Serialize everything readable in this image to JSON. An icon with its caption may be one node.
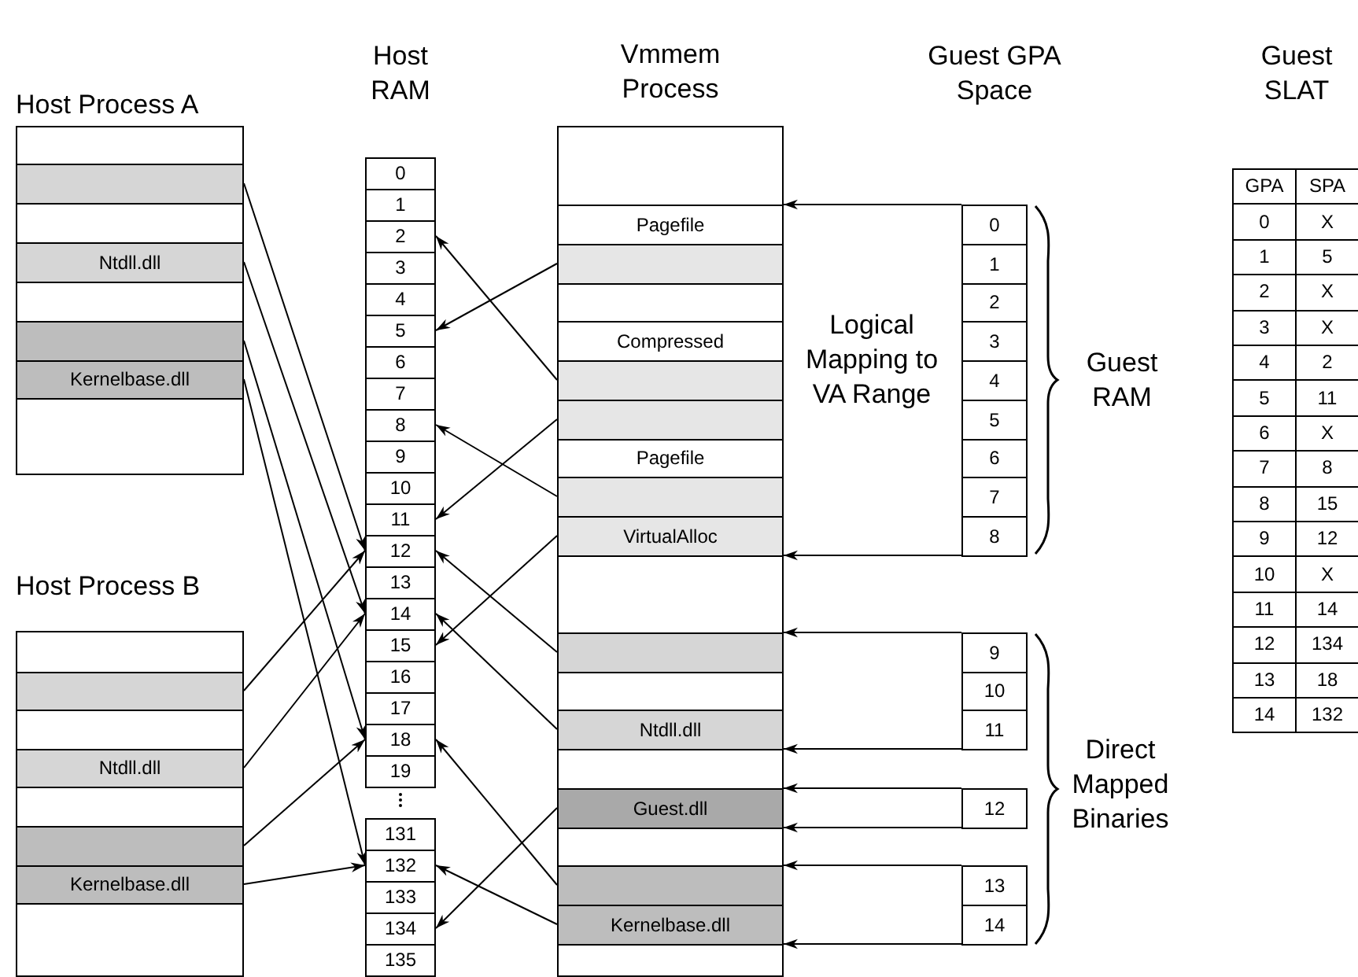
{
  "diagram": {
    "nodes": [
      {
        "text": [
          "Host Process A"
        ]
      },
      {
        "text": [],
        "shape": "box",
        "in": 0
      },
      {
        "text": [
          "Ntdll.dll"
        ],
        "in": 0
      },
      {
        "text": [],
        "shape": "box",
        "in": 0
      },
      {
        "text": [
          "Kernelbase.dll"
        ],
        "in": 0
      },
      {
        "text": [
          "Host Process B"
        ]
      },
      {
        "text": [],
        "shape": "box",
        "in": 5
      },
      {
        "text": [
          "Ntdll.dll"
        ],
        "in": 5
      },
      {
        "text": [],
        "shape": "box",
        "in": 5
      },
      {
        "text": [
          "Kernelbase.dll"
        ],
        "in": 5
      },
      {
        "text": [
          "0"
        ]
      },
      {
        "text": [
          "1"
        ]
      },
      {
        "text": [
          "2"
        ]
      },
      {
        "text": [
          "3"
        ]
      },
      {
        "text": [
          "4"
        ]
      },
      {
        "text": [
          "5"
        ]
      },
      {
        "text": [
          "6"
        ]
      },
      {
        "text": [
          "7"
        ]
      },
      {
        "text": [
          "8"
        ]
      },
      {
        "text": [
          "9"
        ]
      },
      {
        "text": [
          "10"
        ]
      },
      {
        "text": [
          "11"
        ]
      },
      {
        "text": [
          "12"
        ]
      },
      {
        "text": [
          "13"
        ]
      },
      {
        "text": [
          "14"
        ]
      },
      {
        "text": [
          "15"
        ]
      },
      {
        "text": [
          "16"
        ]
      },
      {
        "text": [
          "17"
        ]
      },
      {
        "text": [
          "18"
        ]
      },
      {
        "text": [
          "19"
        ]
      },
      {
        "text": [
          "131"
        ]
      },
      {
        "text": [
          "132"
        ]
      },
      {
        "text": [
          "133"
        ]
      },
      {
        "text": [
          "134"
        ]
      },
      {
        "text": [
          "135"
        ]
      },
      {
        "text": [
          "Vmmem Process"
        ]
      },
      {
        "text": [
          "Pagefile"
        ],
        "in": 35
      },
      {
        "text": [],
        "shape": "box",
        "in": 35
      },
      {
        "text": [
          "Compressed"
        ],
        "in": 35
      },
      {
        "text": [],
        "shape": "box",
        "in": 35
      },
      {
        "text": [],
        "shape": "box",
        "in": 35
      },
      {
        "text": [
          "Pagefile"
        ],
        "in": 35
      },
      {
        "text": [],
        "shape": "box",
        "in": 35
      },
      {
        "text": [
          "VirtualAlloc"
        ],
        "in": 35
      },
      {
        "text": [],
        "shape": "box",
        "in": 35
      },
      {
        "text": [
          "Ntdll.dll"
        ],
        "in": 35
      },
      {
        "text": [
          "Guest.dll"
        ],
        "in": 35
      },
      {
        "text": [],
        "shape": "box",
        "in": 35
      },
      {
        "text": [
          "Kernelbase.dll"
        ],
        "in": 35
      },
      {
        "text": [
          "0"
        ]
      },
      {
        "text": [
          "1"
        ]
      },
      {
        "text": [
          "2"
        ]
      },
      {
        "text": [
          "3"
        ]
      },
      {
        "text": [
          "4"
        ]
      },
      {
        "text": [
          "5"
        ]
      },
      {
        "text": [
          "6"
        ]
      },
      {
        "text": [
          "7"
        ]
      },
      {
        "text": [
          "8"
        ]
      },
      {
        "text": [
          "9"
        ]
      },
      {
        "text": [
          "10"
        ]
      },
      {
        "text": [
          "11"
        ]
      },
      {
        "text": [
          "12"
        ]
      },
      {
        "text": [
          "13"
        ]
      },
      {
        "text": [
          "14"
        ]
      }
    ],
    "edges": [
      {
        "from": 1,
        "to": 22,
        "arrow": "to"
      },
      {
        "from": 2,
        "to": 24,
        "arrow": "to"
      },
      {
        "from": 3,
        "to": 28,
        "arrow": "to"
      },
      {
        "from": 4,
        "to": 31,
        "arrow": "to"
      },
      {
        "from": 6,
        "to": 22,
        "arrow": "to"
      },
      {
        "from": 7,
        "to": 24,
        "arrow": "to"
      },
      {
        "from": 8,
        "to": 28,
        "arrow": "to"
      },
      {
        "from": 9,
        "to": 31,
        "arrow": "to"
      },
      {
        "from": 37,
        "to": 15,
        "arrow": "to"
      },
      {
        "from": 39,
        "to": 12,
        "arrow": "to"
      },
      {
        "from": 40,
        "to": 21,
        "arrow": "to"
      },
      {
        "from": 42,
        "to": 18,
        "arrow": "to"
      },
      {
        "from": 43,
        "to": 25,
        "arrow": "to"
      },
      {
        "from": 44,
        "to": 22,
        "arrow": "to"
      },
      {
        "from": 45,
        "to": 24,
        "arrow": "to"
      },
      {
        "from": 46,
        "to": 33,
        "arrow": "to"
      },
      {
        "from": 47,
        "to": 28,
        "arrow": "to"
      },
      {
        "from": 48,
        "to": 31,
        "arrow": "to"
      },
      {
        "from": 49,
        "to": 36,
        "arrow": "to"
      },
      {
        "from": 57,
        "to": 43,
        "arrow": "to"
      },
      {
        "from": 58,
        "to": 44,
        "arrow": "to"
      },
      {
        "from": 60,
        "to": 45,
        "arrow": "to"
      },
      {
        "from": 61,
        "to": 46,
        "arrow": "to"
      },
      {
        "from": 61,
        "to": 46,
        "arrow": "to"
      },
      {
        "from": 62,
        "to": 47,
        "arrow": "to"
      },
      {
        "from": 63,
        "to": 48,
        "arrow": "to"
      }
    ],
    "labels": [
      "Host RAM",
      "Guest GPA Space",
      "Guest SLAT",
      "GPA",
      "SPA",
      "0",
      "X",
      "1",
      "5",
      "2",
      "X",
      "3",
      "X",
      "4",
      "2",
      "5",
      "11",
      "6",
      "X",
      "7",
      "8",
      "8",
      "15",
      "9",
      "12",
      "10",
      "X",
      "11",
      "14",
      "12",
      "134",
      "13",
      "18",
      "14",
      "132",
      "Logical Mapping to VA Range",
      "Guest RAM",
      "Direct Mapped Binaries"
    ]
  }
}
